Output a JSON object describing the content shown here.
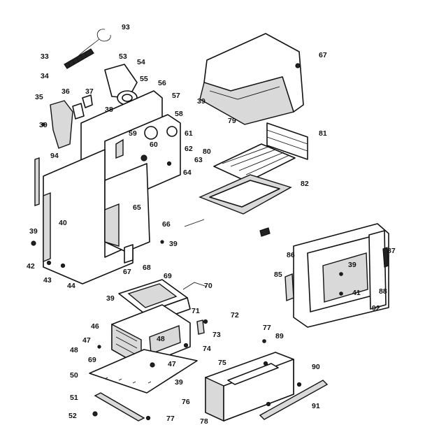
{
  "parts": [
    {
      "id": "p93",
      "label": "93"
    },
    {
      "id": "p33",
      "label": "33"
    },
    {
      "id": "p53",
      "label": "53"
    },
    {
      "id": "p54",
      "label": "54"
    },
    {
      "id": "p34",
      "label": "34"
    },
    {
      "id": "p55",
      "label": "55"
    },
    {
      "id": "p56",
      "label": "56"
    },
    {
      "id": "p35",
      "label": "35"
    },
    {
      "id": "p36",
      "label": "36"
    },
    {
      "id": "p37",
      "label": "37"
    },
    {
      "id": "p38",
      "label": "38"
    },
    {
      "id": "p57",
      "label": "57"
    },
    {
      "id": "p58",
      "label": "58"
    },
    {
      "id": "p59",
      "label": "59"
    },
    {
      "id": "p61",
      "label": "61"
    },
    {
      "id": "p39a",
      "label": "39"
    },
    {
      "id": "p60",
      "label": "60"
    },
    {
      "id": "p62",
      "label": "62"
    },
    {
      "id": "p63",
      "label": "63"
    },
    {
      "id": "p64",
      "label": "64"
    },
    {
      "id": "p94",
      "label": "94"
    },
    {
      "id": "p65",
      "label": "65"
    },
    {
      "id": "p66",
      "label": "66"
    },
    {
      "id": "p40",
      "label": "40"
    },
    {
      "id": "p39b",
      "label": "39"
    },
    {
      "id": "p39c",
      "label": "39"
    },
    {
      "id": "p67a",
      "label": "67"
    },
    {
      "id": "p68",
      "label": "68"
    },
    {
      "id": "p42",
      "label": "42"
    },
    {
      "id": "p43",
      "label": "43"
    },
    {
      "id": "p44",
      "label": "44"
    },
    {
      "id": "p67b",
      "label": "67"
    },
    {
      "id": "p39d",
      "label": "39"
    },
    {
      "id": "p79",
      "label": "79"
    },
    {
      "id": "p81",
      "label": "81"
    },
    {
      "id": "p80",
      "label": "80"
    },
    {
      "id": "p82",
      "label": "82"
    },
    {
      "id": "p86",
      "label": "86"
    },
    {
      "id": "p87",
      "label": "87"
    },
    {
      "id": "p85",
      "label": "85"
    },
    {
      "id": "p39e",
      "label": "39"
    },
    {
      "id": "p88",
      "label": "88"
    },
    {
      "id": "p41",
      "label": "41"
    },
    {
      "id": "p92",
      "label": "92"
    },
    {
      "id": "p69a",
      "label": "69"
    },
    {
      "id": "p70",
      "label": "70"
    },
    {
      "id": "p39f",
      "label": "39"
    },
    {
      "id": "p71",
      "label": "71"
    },
    {
      "id": "p72",
      "label": "72"
    },
    {
      "id": "p46",
      "label": "46"
    },
    {
      "id": "p73",
      "label": "73"
    },
    {
      "id": "p47a",
      "label": "47"
    },
    {
      "id": "p48a",
      "label": "48"
    },
    {
      "id": "p74",
      "label": "74"
    },
    {
      "id": "p48b",
      "label": "48"
    },
    {
      "id": "p69b",
      "label": "69"
    },
    {
      "id": "p47b",
      "label": "47"
    },
    {
      "id": "p50",
      "label": "50"
    },
    {
      "id": "p39g",
      "label": "39"
    },
    {
      "id": "p77a",
      "label": "77"
    },
    {
      "id": "p89",
      "label": "89"
    },
    {
      "id": "p75",
      "label": "75"
    },
    {
      "id": "p90",
      "label": "90"
    },
    {
      "id": "p76",
      "label": "76"
    },
    {
      "id": "p91",
      "label": "91"
    },
    {
      "id": "p78",
      "label": "78"
    },
    {
      "id": "p51",
      "label": "51"
    },
    {
      "id": "p52",
      "label": "52"
    },
    {
      "id": "p77b",
      "label": "77"
    }
  ]
}
